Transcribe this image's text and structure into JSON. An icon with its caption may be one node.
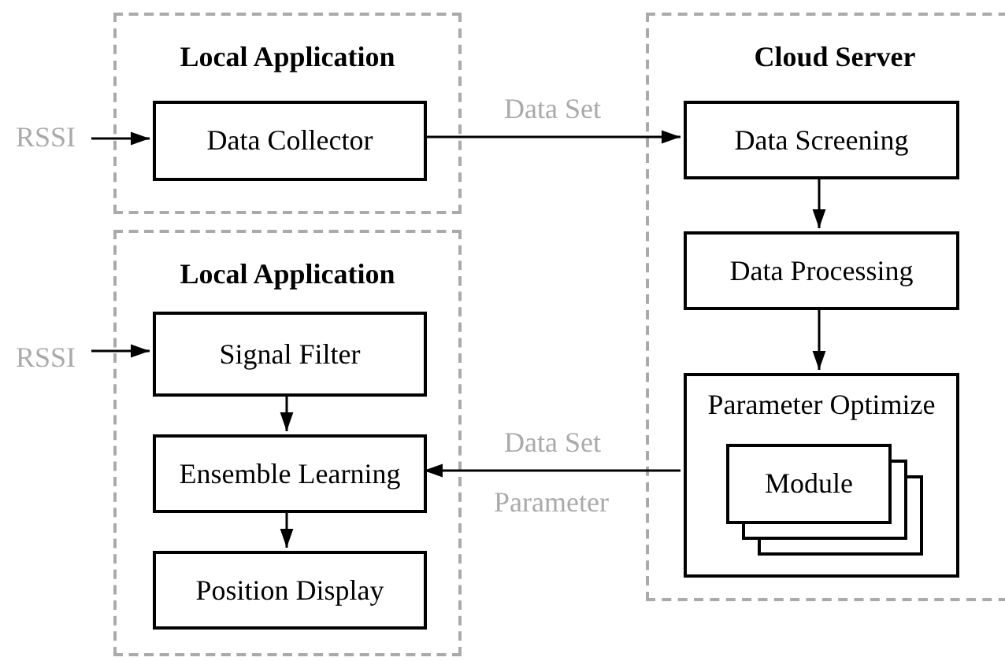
{
  "diagram": {
    "nodes": [
      {
        "text": [
          "RSSI"
        ]
      },
      {
        "text": [
          "Local Application"
        ]
      },
      {
        "text": [
          "Data Collector"
        ],
        "in": 1
      },
      {
        "text": [
          "Cloud Server"
        ]
      },
      {
        "text": [
          "Data Screening"
        ],
        "in": 3
      },
      {
        "text": [
          "Data Processing"
        ],
        "in": 3
      },
      {
        "text": [
          "Parameter Optimize"
        ],
        "in": 3
      },
      {
        "text": [
          "Module"
        ],
        "in": 6
      },
      {
        "text": [
          "RSSI"
        ]
      },
      {
        "text": [
          "Local Application"
        ]
      },
      {
        "text": [
          "Signal Filter"
        ],
        "in": 9
      },
      {
        "text": [
          "Ensemble Learning"
        ],
        "in": 9
      },
      {
        "text": [
          "Position Display"
        ],
        "in": 9
      }
    ],
    "edges": [
      {
        "from": 0,
        "to": 2,
        "arrow": "to"
      },
      {
        "from": 2,
        "to": 4,
        "arrow": "to",
        "label": "Data Set"
      },
      {
        "from": 4,
        "to": 5,
        "arrow": "to"
      },
      {
        "from": 5,
        "to": 6,
        "arrow": "to"
      },
      {
        "from": 8,
        "to": 10,
        "arrow": "to"
      },
      {
        "from": 10,
        "to": 11,
        "arrow": "to"
      },
      {
        "from": 11,
        "to": 12,
        "arrow": "to"
      },
      {
        "from": 6,
        "to": 11,
        "arrow": "to",
        "label": "Data Set"
      }
    ],
    "labels": [
      "Parameter"
    ]
  }
}
